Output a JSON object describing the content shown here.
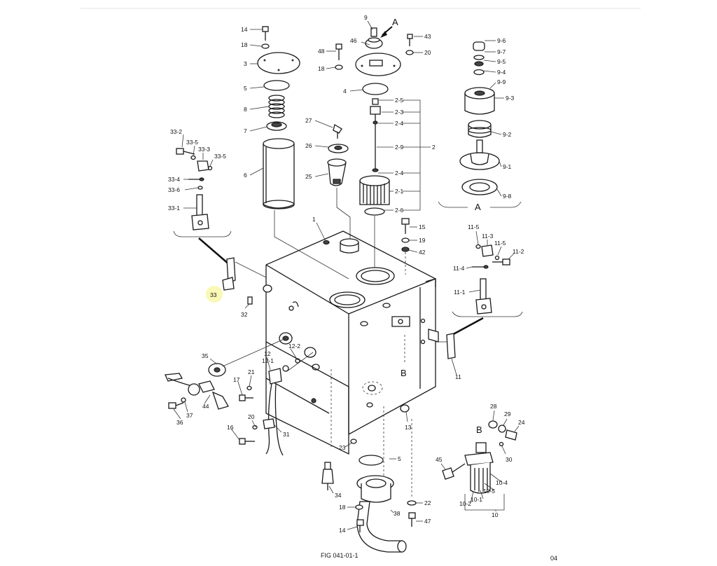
{
  "figure_label": "FIG 041-01-1",
  "page_number": "04",
  "view_labels": {
    "detail_a": "A",
    "detail_a_ref": "A",
    "detail_b_ref": "B",
    "detail_b": "B"
  },
  "callouts": {
    "c14a": "14",
    "c18a": "18",
    "c3": "3",
    "c5a": "5",
    "c8": "8",
    "c7": "7",
    "c6": "6",
    "c9": "9",
    "c43": "43",
    "c20": "20",
    "c46": "46",
    "c48": "48",
    "c18b": "18",
    "c4": "4",
    "c2_5": "2-5",
    "c2_3": "2-3",
    "c2_4a": "2-4",
    "c2_9": "2-9",
    "c2": "2",
    "c2_4b": "2-4",
    "c2_1": "2-1",
    "c2_6": "2-6",
    "c27": "27",
    "c26": "26",
    "c25": "25",
    "c9_6": "9-6",
    "c9_7": "9-7",
    "c9_5": "9-5",
    "c9_4": "9-4",
    "c9_9": "9-9",
    "c9_3": "9-3",
    "c9_2": "9-2",
    "c9_1": "9-1",
    "c9_8": "9-8",
    "c33_2": "33-2",
    "c33_5a": "33-5",
    "c33_3": "33-3",
    "c33_5b": "33-5",
    "c33_4": "33-4",
    "c33_6": "33-6",
    "c33_1": "33-1",
    "c33": "33",
    "c1": "1",
    "c15": "15",
    "c19": "19",
    "c42": "42",
    "c11_5a": "11-5",
    "c11_3": "11-3",
    "c11_5b": "11-5",
    "c11_2": "11-2",
    "c11_4": "11-4",
    "c11_1": "11-1",
    "c11": "11",
    "c32": "32",
    "c35": "35",
    "c12_2": "12-2",
    "c12": "12",
    "c12_1": "12-1",
    "c21": "21",
    "c17": "17",
    "c44": "44",
    "c37": "37",
    "c36": "36",
    "c20b": "20",
    "c16": "16",
    "c31": "31",
    "c13": "13",
    "c23": "23",
    "c5b": "5",
    "c34": "34",
    "c18c": "18",
    "c14b": "14",
    "c38": "38",
    "c22": "22",
    "c47": "47",
    "c28": "28",
    "c29": "29",
    "c24": "24",
    "c30": "30",
    "c45": "45",
    "c10_4": "10-4",
    "c10_5": "10-5",
    "c10_1": "10-1",
    "c10_2": "10-2",
    "c10": "10"
  },
  "colors": {
    "ink": "#1a1a1a",
    "highlight": "#f6f37a",
    "paper": "#ffffff"
  }
}
